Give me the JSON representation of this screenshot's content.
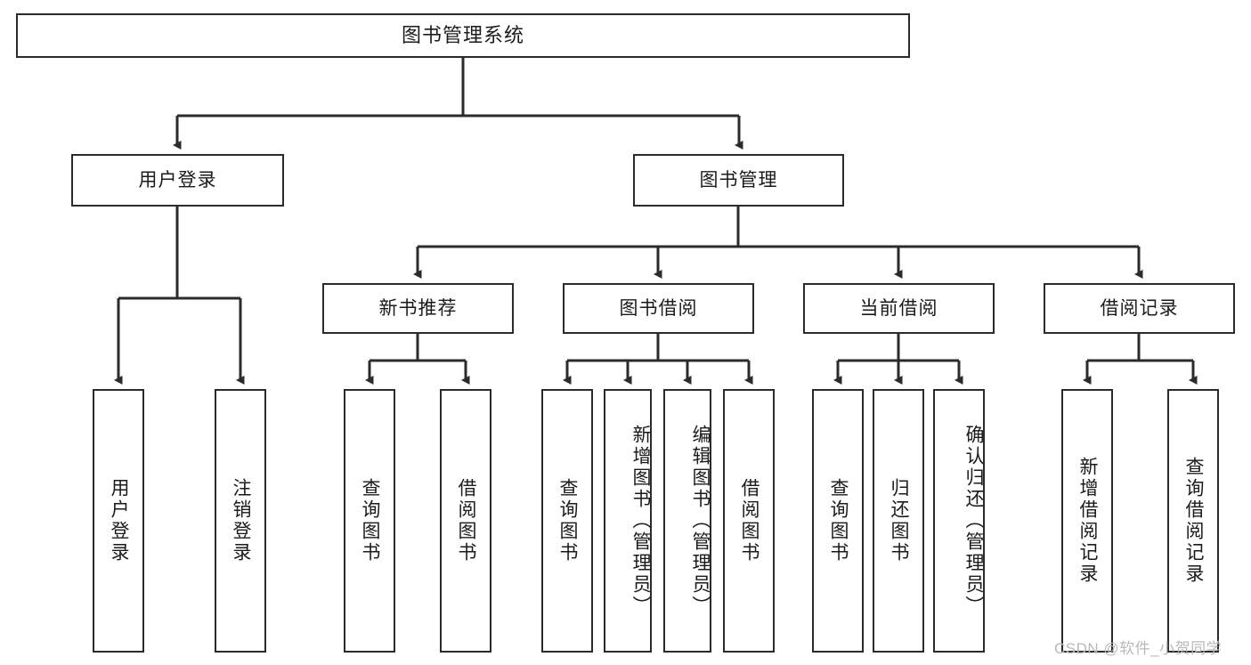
{
  "diagram": {
    "title": "图书管理系统",
    "watermark": "CSDN @软件_小贺同学",
    "colors": {
      "box_border": "#2b2b2b",
      "line": "#2b2b2b",
      "background": "#ffffff",
      "text": "#1b1b1b",
      "watermark": "#b9b9b9"
    },
    "nodes": {
      "root": "图书管理系统",
      "user_login": "用户登录",
      "book_manage": "图书管理",
      "new_book_rec": "新书推荐",
      "book_borrow": "图书借阅",
      "current_borrow": "当前借阅",
      "borrow_record": "借阅记录",
      "leaf_user_login": "用户登录",
      "leaf_logout_login": "注销登录",
      "leaf_query_book_1": "查询图书",
      "leaf_borrow_book_1": "借阅图书",
      "leaf_query_book_2": "查询图书",
      "leaf_add_book_admin": "新增图书（管理员）",
      "leaf_edit_book_admin": "编辑图书（管理员）",
      "leaf_borrow_book_2": "借阅图书",
      "leaf_query_book_3": "查询图书",
      "leaf_return_book": "归还图书",
      "leaf_confirm_return_admin": "确认归还（管理员）",
      "leaf_add_borrow_record": "新增借阅记录",
      "leaf_query_borrow_record": "查询借阅记录"
    }
  }
}
